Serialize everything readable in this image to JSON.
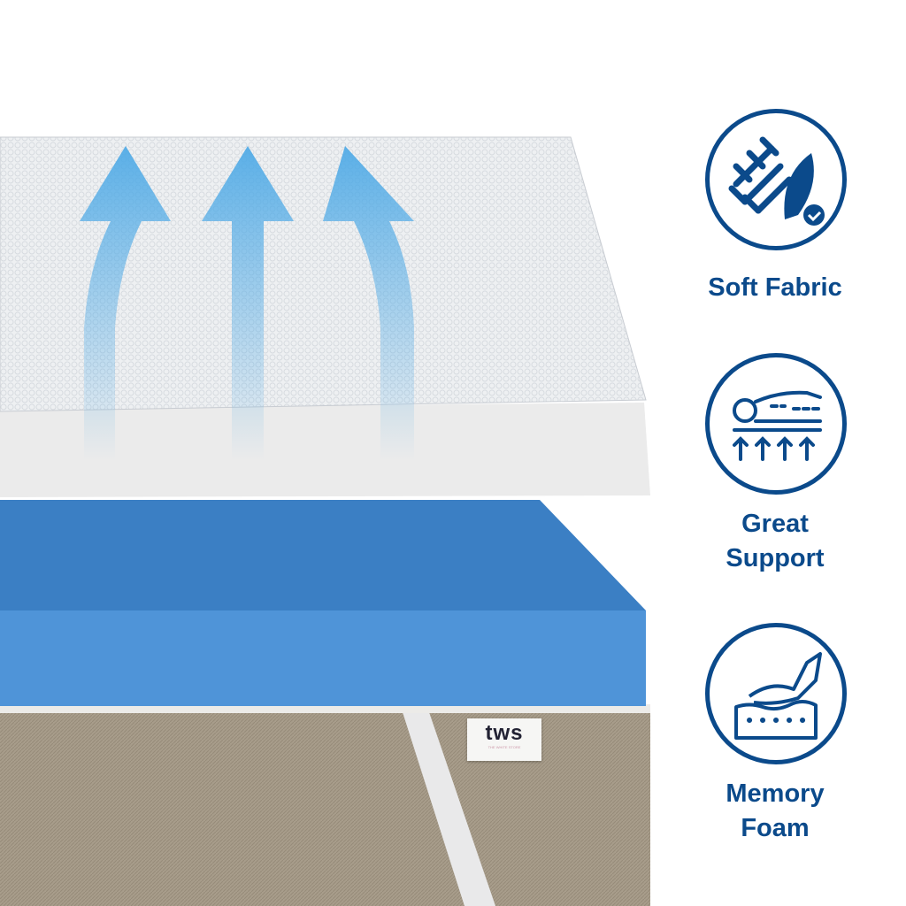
{
  "colors": {
    "brand": "#0b4a8b",
    "foam": "#4a8fd4",
    "arrow": "#4aa8e6",
    "base": "#a59a88"
  },
  "product_tag": {
    "logo": "tws",
    "subtitle": "THE WHITE STORE"
  },
  "features": [
    {
      "icon": "woven-fabric-feather-icon",
      "label_lines": [
        "Soft Fabric"
      ]
    },
    {
      "icon": "body-support-icon",
      "label_lines": [
        "Great",
        "Support"
      ]
    },
    {
      "icon": "hand-pressing-foam-icon",
      "label_lines": [
        "Memory",
        "Foam"
      ]
    }
  ]
}
